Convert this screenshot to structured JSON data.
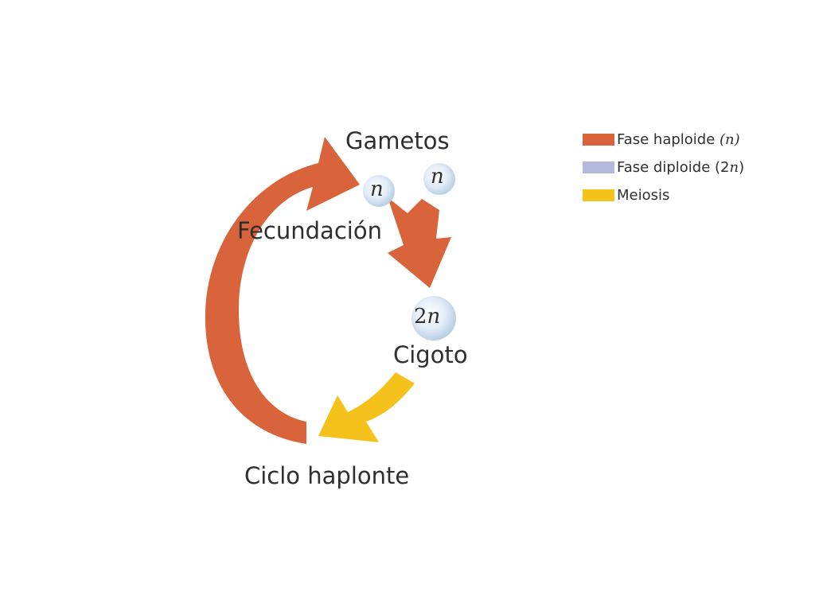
{
  "labels": {
    "gametos": "Gametos",
    "fecundacion": "Fecundación",
    "cigoto": "Cigoto",
    "ciclo": "Ciclo haplonte"
  },
  "ploidy": {
    "gamete_1": "n",
    "gamete_2": "n",
    "zygote_num": "2",
    "zygote_var": "n"
  },
  "legend": {
    "haploid": {
      "text": "Fase haploide ",
      "symbol": "(n)",
      "color": "#d9633a"
    },
    "diploid": {
      "text": "Fase diploide (2",
      "symbol": "n",
      "close": ")",
      "color": "#b3b8dc"
    },
    "meiosis": {
      "text": "Meiosis",
      "color": "#f5c21b"
    }
  },
  "colors": {
    "haploid_arrow": "#d9633a",
    "meiosis_arrow": "#f5c21b",
    "ball_fill": "#dbe7f5"
  }
}
